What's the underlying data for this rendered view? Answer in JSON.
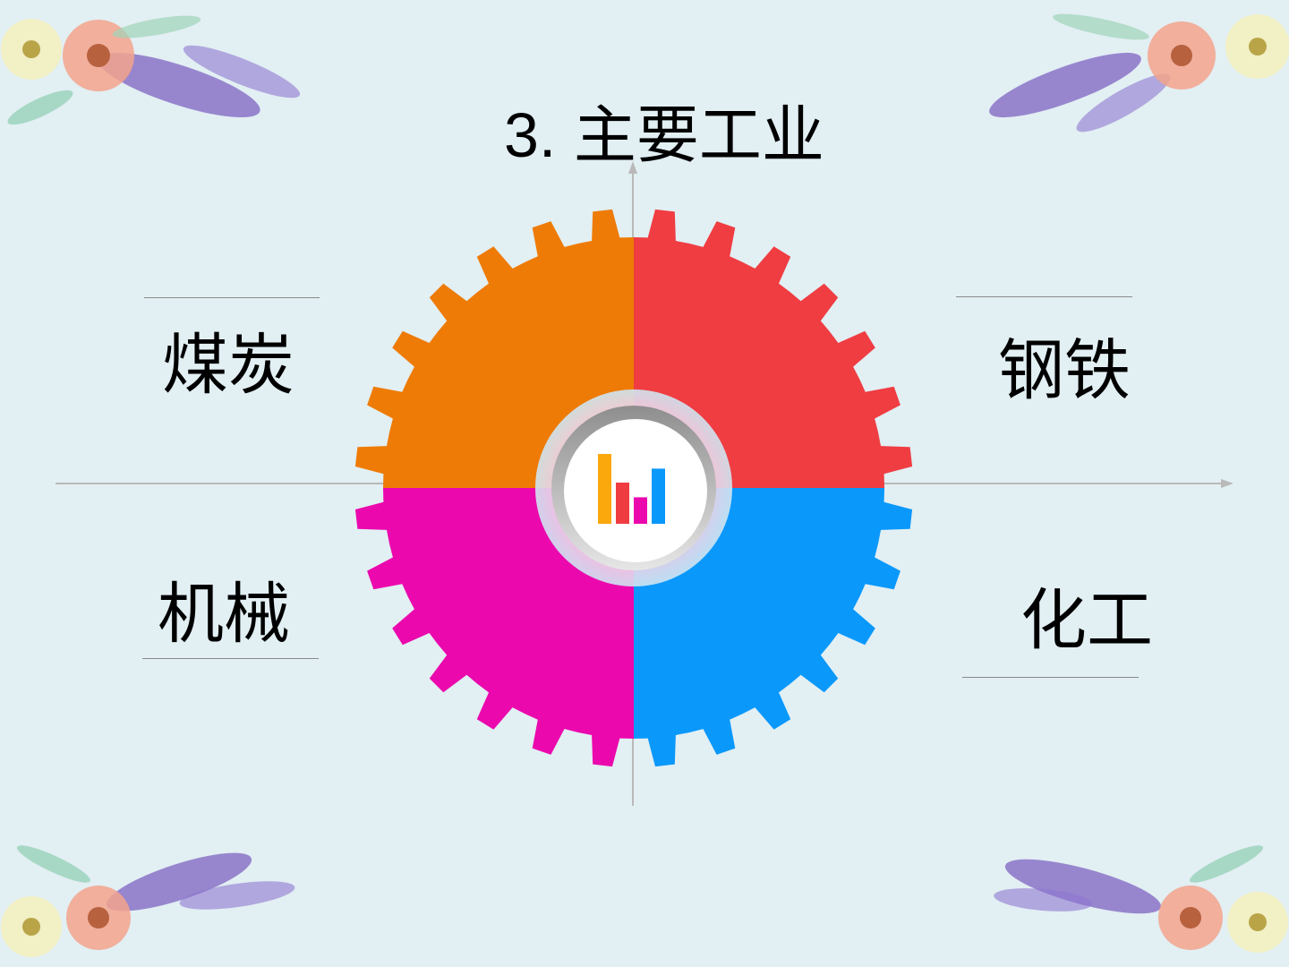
{
  "title": "3. 主要工业",
  "quadrants": [
    {
      "label": "煤炭",
      "color": "#ee7b05"
    },
    {
      "label": "钢铁",
      "color": "#ef3d42"
    },
    {
      "label": "机械",
      "color": "#eb08ad"
    },
    {
      "label": "化工",
      "color": "#0a98fb"
    }
  ],
  "center": {
    "icon": "bar-chart-icon",
    "bars": [
      {
        "value": 1.0,
        "color": "#fba80c"
      },
      {
        "value": 0.59,
        "color": "#ef3d42"
      },
      {
        "value": 0.38,
        "color": "#eb08ad"
      },
      {
        "value": 0.79,
        "color": "#0a98fb"
      }
    ]
  },
  "decorations": {
    "corner": "flower-icon"
  }
}
